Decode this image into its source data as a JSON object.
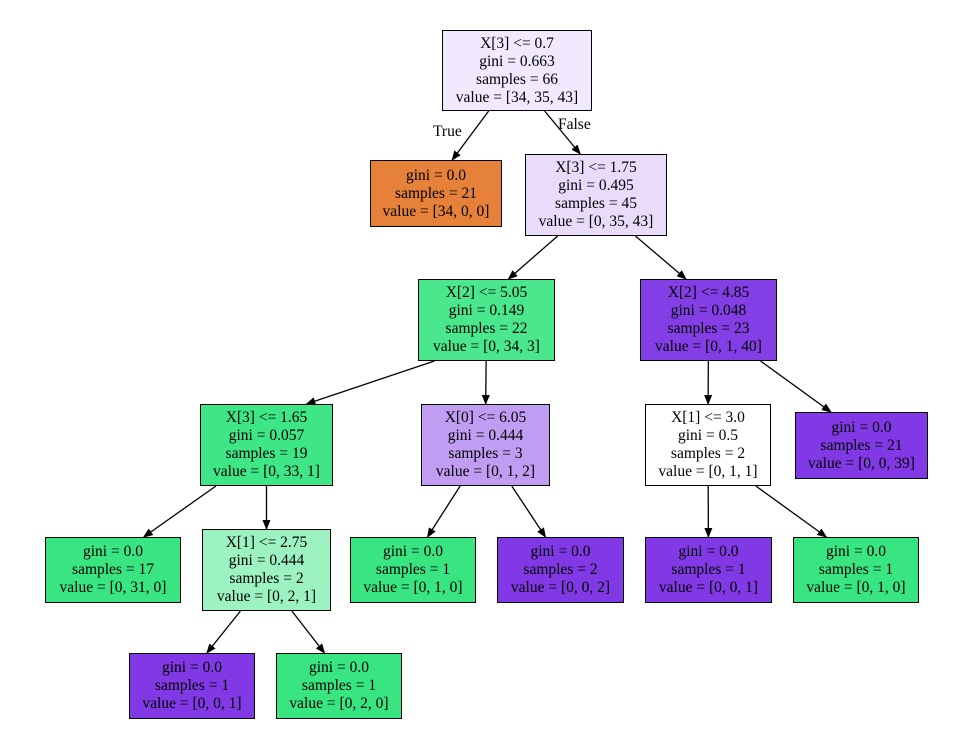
{
  "edge_labels": {
    "true_label": "True",
    "false_label": "False"
  },
  "nodes": {
    "n0": {
      "split": "X[3] <= 0.7",
      "gini": "gini = 0.663",
      "samples": "samples = 66",
      "value": "value = [34, 35, 43]",
      "fill": "#f1e9fd"
    },
    "n1": {
      "gini": "gini = 0.0",
      "samples": "samples = 21",
      "value": "value = [34, 0, 0]",
      "fill": "#e58139"
    },
    "n2": {
      "split": "X[3] <= 1.75",
      "gini": "gini = 0.495",
      "samples": "samples = 45",
      "value": "value = [0, 35, 43]",
      "fill": "#e9dcfa"
    },
    "n3": {
      "split": "X[2] <= 5.05",
      "gini": "gini = 0.149",
      "samples": "samples = 22",
      "value": "value = [0, 34, 3]",
      "fill": "#4ae78c"
    },
    "n4": {
      "split": "X[2] <= 4.85",
      "gini": "gini = 0.048",
      "samples": "samples = 23",
      "value": "value = [0, 1, 40]",
      "fill": "#843ee6"
    },
    "n5": {
      "split": "X[3] <= 1.65",
      "gini": "gini = 0.057",
      "samples": "samples = 19",
      "value": "value = [0, 33, 1]",
      "fill": "#3fe685"
    },
    "n6": {
      "split": "X[0] <= 6.05",
      "gini": "gini = 0.444",
      "samples": "samples = 3",
      "value": "value = [0, 1, 2]",
      "fill": "#c09cf2"
    },
    "n7": {
      "split": "X[1] <= 3.0",
      "gini": "gini = 0.5",
      "samples": "samples = 2",
      "value": "value = [0, 1, 1]",
      "fill": "#ffffff"
    },
    "n8": {
      "gini": "gini = 0.0",
      "samples": "samples = 21",
      "value": "value = [0, 0, 39]",
      "fill": "#8139e5"
    },
    "n9": {
      "gini": "gini = 0.0",
      "samples": "samples = 17",
      "value": "value = [0, 31, 0]",
      "fill": "#39e581"
    },
    "n10": {
      "split": "X[1] <= 2.75",
      "gini": "gini = 0.444",
      "samples": "samples = 2",
      "value": "value = [0, 2, 1]",
      "fill": "#9cf2c0"
    },
    "n11": {
      "gini": "gini = 0.0",
      "samples": "samples = 1",
      "value": "value = [0, 1, 0]",
      "fill": "#39e581"
    },
    "n12": {
      "gini": "gini = 0.0",
      "samples": "samples = 2",
      "value": "value = [0, 0, 2]",
      "fill": "#8139e5"
    },
    "n13": {
      "gini": "gini = 0.0",
      "samples": "samples = 1",
      "value": "value = [0, 0, 1]",
      "fill": "#8139e5"
    },
    "n14": {
      "gini": "gini = 0.0",
      "samples": "samples = 1",
      "value": "value = [0, 1, 0]",
      "fill": "#39e581"
    },
    "n15": {
      "gini": "gini = 0.0",
      "samples": "samples = 1",
      "value": "value = [0, 0, 1]",
      "fill": "#8139e5"
    },
    "n16": {
      "gini": "gini = 0.0",
      "samples": "samples = 1",
      "value": "value = [0, 2, 0]",
      "fill": "#39e581"
    }
  },
  "edges": [
    [
      "n0",
      "n1"
    ],
    [
      "n0",
      "n2"
    ],
    [
      "n2",
      "n3"
    ],
    [
      "n2",
      "n4"
    ],
    [
      "n3",
      "n5"
    ],
    [
      "n3",
      "n6"
    ],
    [
      "n4",
      "n7"
    ],
    [
      "n4",
      "n8"
    ],
    [
      "n5",
      "n9"
    ],
    [
      "n5",
      "n10"
    ],
    [
      "n6",
      "n11"
    ],
    [
      "n6",
      "n12"
    ],
    [
      "n7",
      "n13"
    ],
    [
      "n7",
      "n14"
    ],
    [
      "n10",
      "n15"
    ],
    [
      "n10",
      "n16"
    ]
  ]
}
